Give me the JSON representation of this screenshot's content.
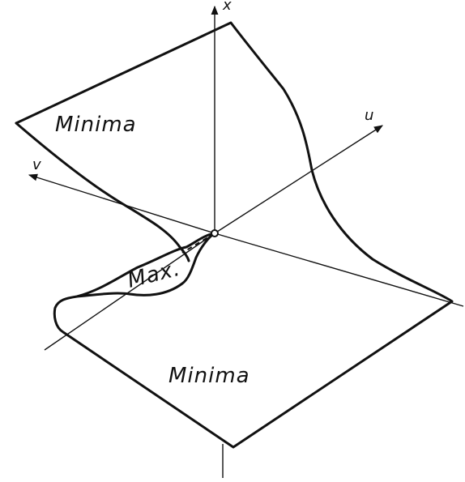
{
  "axes": {
    "x": "x",
    "u": "u",
    "v": "v"
  },
  "regions": {
    "minima_top": "Minima",
    "maximum": "Max.",
    "minima_bottom": "Minima"
  }
}
